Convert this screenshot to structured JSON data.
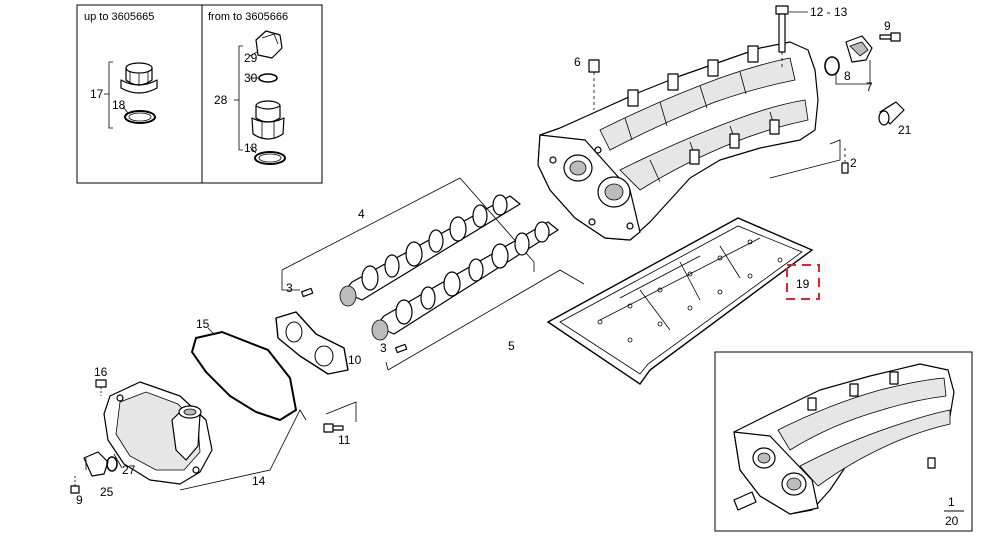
{
  "inset_top_left": {
    "left_header": "up to 3605665",
    "right_header": "from to 3605666",
    "labels": [
      "17",
      "18",
      "29",
      "30",
      "28",
      "18"
    ]
  },
  "callouts": [
    "12 - 13",
    "9",
    "6",
    "8",
    "7",
    "21",
    "2",
    "4",
    "19",
    "3",
    "15",
    "10",
    "5",
    "3",
    "16",
    "11",
    "27",
    "14",
    "25",
    "9"
  ],
  "inset_bottom_right": {
    "page_current": "1",
    "page_total": "20"
  },
  "colors": {
    "line": "#000000",
    "highlight": "#e0252b",
    "background": "#ffffff"
  }
}
